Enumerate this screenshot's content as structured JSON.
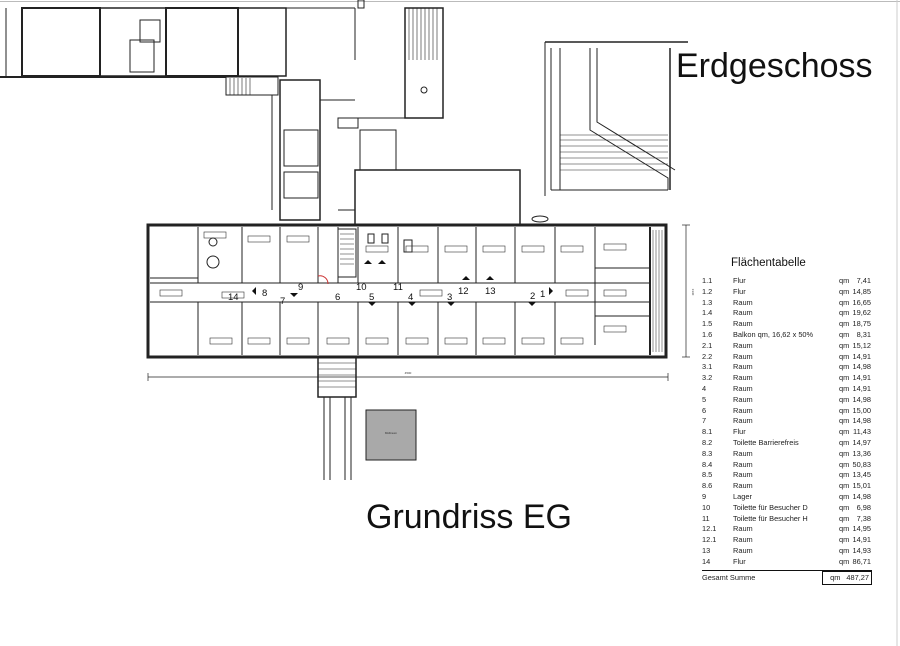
{
  "titles": {
    "top": "Erdgeschoss",
    "bottom": "Grundriss EG"
  },
  "plan": {
    "stair_box_label": "Müllraum",
    "dimension_width": "4500",
    "dimension_height": "1330",
    "room_labels": [
      "1",
      "2",
      "3",
      "4",
      "5",
      "6",
      "7",
      "8",
      "9",
      "10",
      "11",
      "12",
      "13",
      "14"
    ]
  },
  "area_table": {
    "title": "Flächentabelle",
    "rows": [
      {
        "no": "1.1",
        "name": "Flur",
        "unit": "qm",
        "value": "7,41"
      },
      {
        "no": "1.2",
        "name": "Flur",
        "unit": "qm",
        "value": "14,85"
      },
      {
        "no": "1.3",
        "name": "Raum",
        "unit": "qm",
        "value": "16,65"
      },
      {
        "no": "1.4",
        "name": "Raum",
        "unit": "qm",
        "value": "19,62"
      },
      {
        "no": "1.5",
        "name": "Raum",
        "unit": "qm",
        "value": "18,75"
      },
      {
        "no": "1.6",
        "name": "Balkon qm, 16,62 x 50%",
        "unit": "qm",
        "value": "8,31"
      },
      {
        "no": "2.1",
        "name": "Raum",
        "unit": "qm",
        "value": "15,12"
      },
      {
        "no": "2.2",
        "name": "Raum",
        "unit": "qm",
        "value": "14,91"
      },
      {
        "no": "3.1",
        "name": "Raum",
        "unit": "qm",
        "value": "14,98"
      },
      {
        "no": "3.2",
        "name": "Raum",
        "unit": "qm",
        "value": "14,91"
      },
      {
        "no": "4",
        "name": "Raum",
        "unit": "qm",
        "value": "14,91"
      },
      {
        "no": "5",
        "name": "Raum",
        "unit": "qm",
        "value": "14,98"
      },
      {
        "no": "6",
        "name": "Raum",
        "unit": "qm",
        "value": "15,00"
      },
      {
        "no": "7",
        "name": "Raum",
        "unit": "qm",
        "value": "14,98"
      },
      {
        "no": "8.1",
        "name": "Flur",
        "unit": "qm",
        "value": "11,43"
      },
      {
        "no": "8.2",
        "name": "Toilette Barrierefreis",
        "unit": "qm",
        "value": "14,97"
      },
      {
        "no": "8.3",
        "name": "Raum",
        "unit": "qm",
        "value": "13,36"
      },
      {
        "no": "8.4",
        "name": "Raum",
        "unit": "qm",
        "value": "50,83"
      },
      {
        "no": "8.5",
        "name": "Raum",
        "unit": "qm",
        "value": "13,45"
      },
      {
        "no": "8.6",
        "name": "Raum",
        "unit": "qm",
        "value": "15,01"
      },
      {
        "no": "9",
        "name": "Lager",
        "unit": "qm",
        "value": "14,98"
      },
      {
        "no": "10",
        "name": "Toilette für Besucher D",
        "unit": "qm",
        "value": "6,98"
      },
      {
        "no": "11",
        "name": "Toilette für Besucher H",
        "unit": "qm",
        "value": "7,38"
      },
      {
        "no": "12.1",
        "name": "Raum",
        "unit": "qm",
        "value": "14,95"
      },
      {
        "no": "12.1",
        "name": "Raum",
        "unit": "qm",
        "value": "14,91"
      },
      {
        "no": "13",
        "name": "Raum",
        "unit": "qm",
        "value": "14,93"
      },
      {
        "no": "14",
        "name": "Flur",
        "unit": "qm",
        "value": "86,71"
      }
    ],
    "total": {
      "label": "Gesamt Summe",
      "unit": "qm",
      "value": "487,27"
    }
  }
}
